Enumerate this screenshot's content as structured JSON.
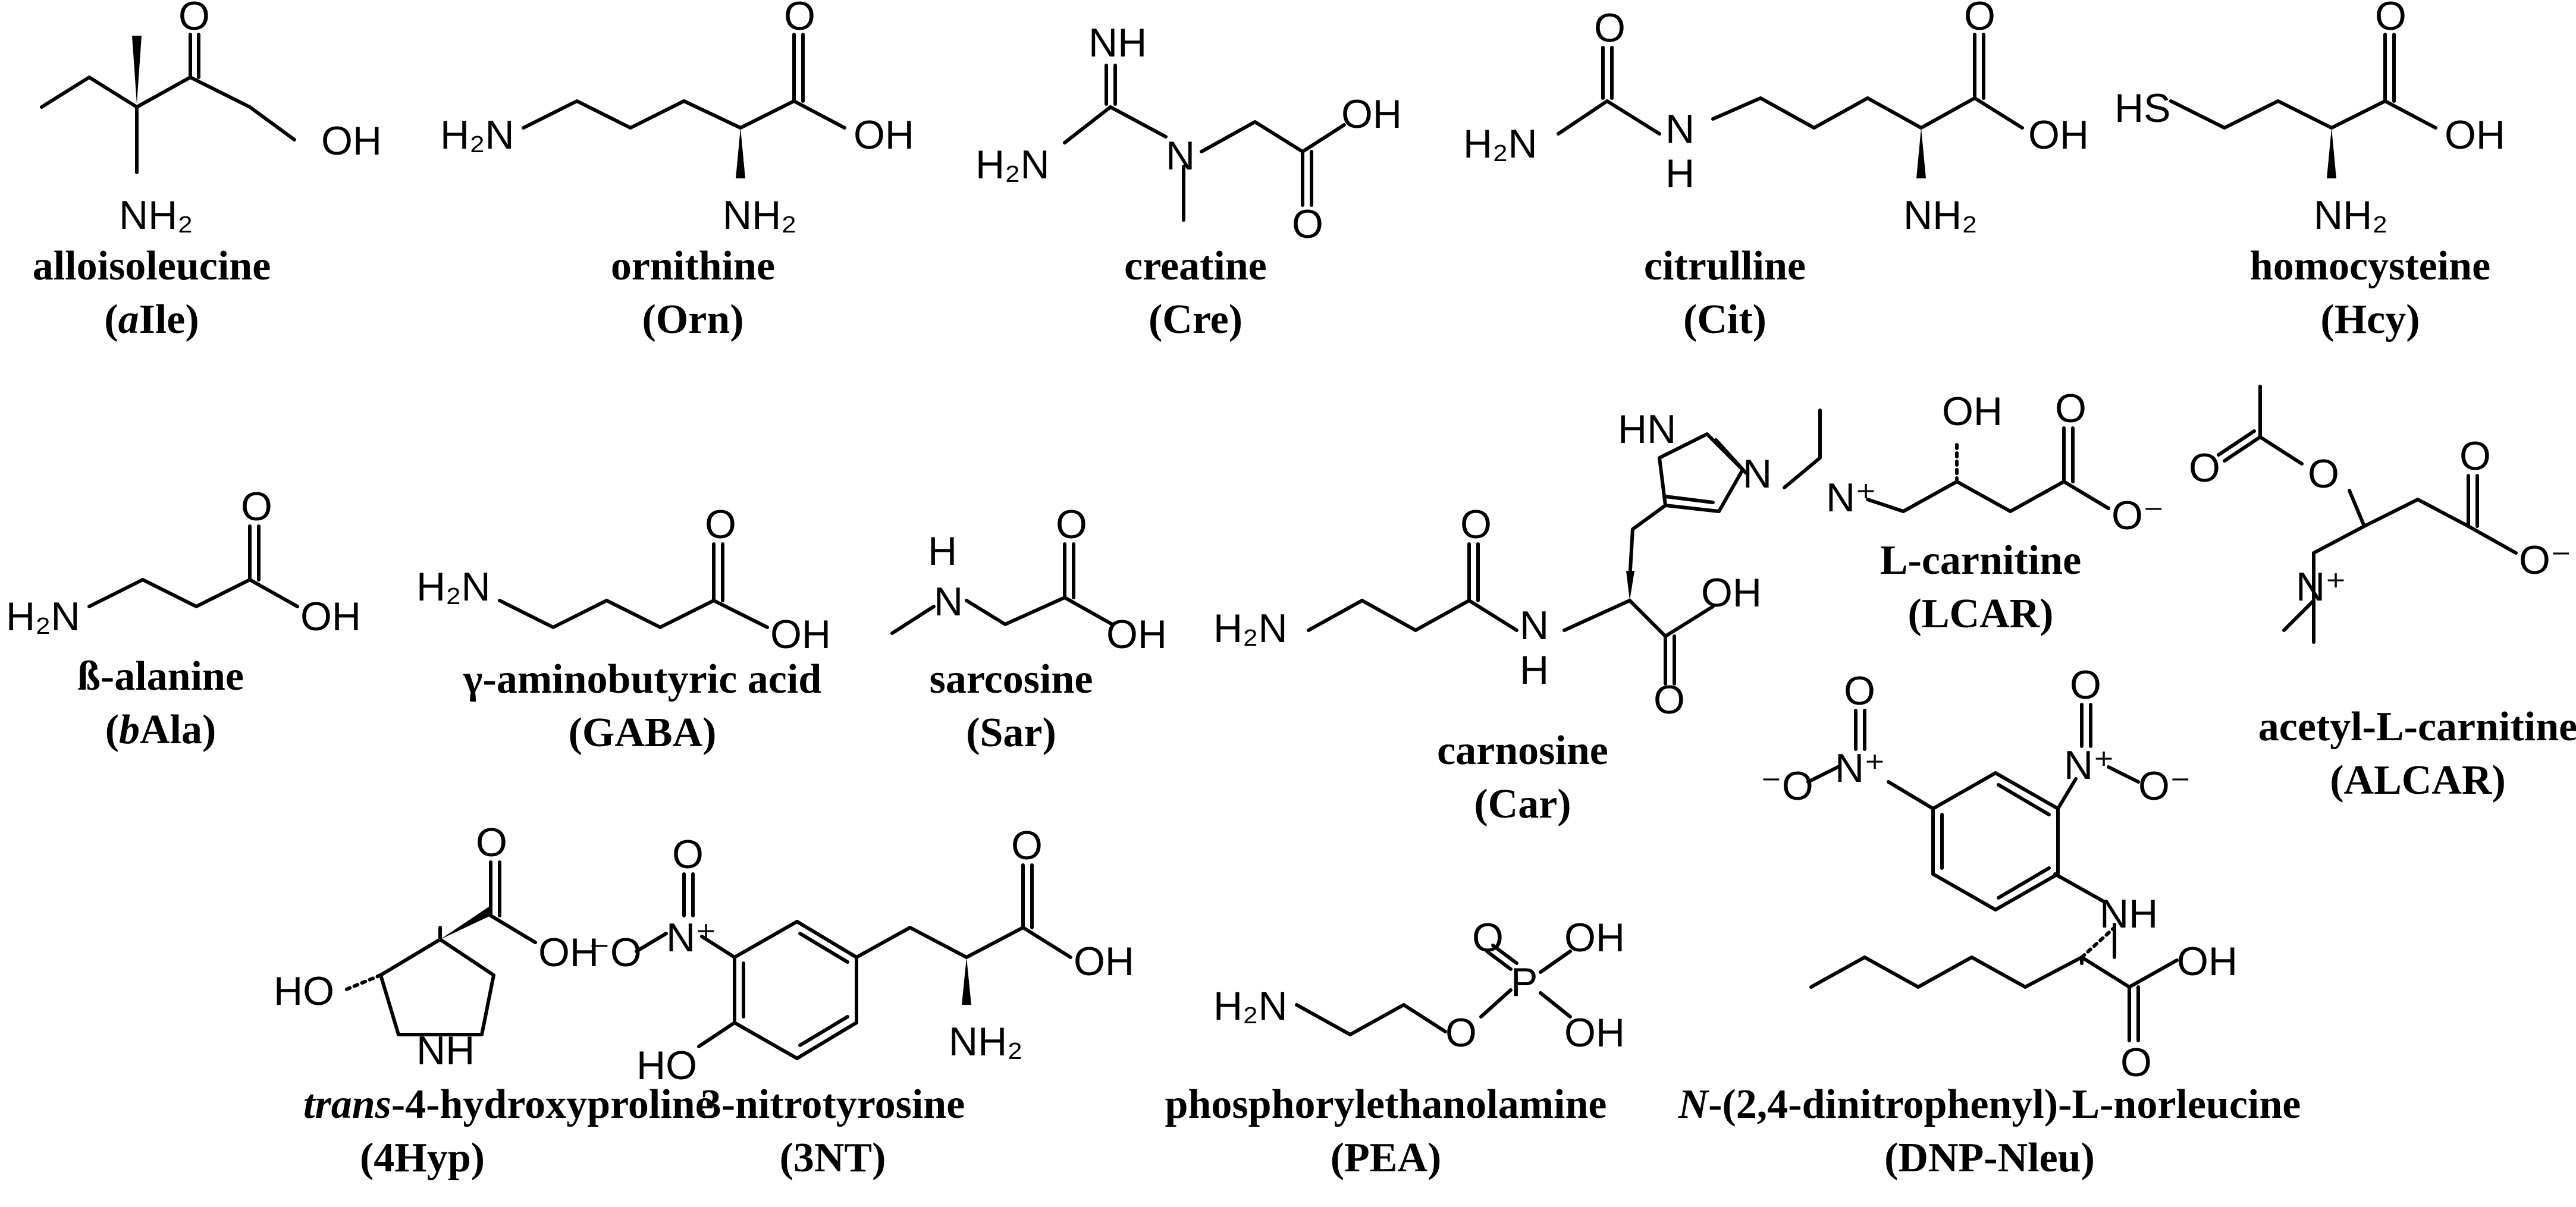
{
  "compounds": [
    {
      "id": "alloisoleucine",
      "name": "alloisoleucine",
      "abbr_prefix": "(",
      "abbr_italic": "a",
      "abbr_rest": "Ile)"
    },
    {
      "id": "ornithine",
      "name": "ornithine",
      "abbr": "(Orn)"
    },
    {
      "id": "creatine",
      "name": "creatine",
      "abbr": "(Cre)"
    },
    {
      "id": "citrulline",
      "name": "citrulline",
      "abbr": "(Cit)"
    },
    {
      "id": "homocysteine",
      "name": "homocysteine",
      "abbr": "(Hcy)"
    },
    {
      "id": "beta-alanine",
      "name": "ß-alanine",
      "abbr_prefix": "(",
      "abbr_italic": "b",
      "abbr_rest": "Ala)"
    },
    {
      "id": "gaba",
      "name": "γ-aminobutyric acid",
      "abbr": "(GABA)"
    },
    {
      "id": "sarcosine",
      "name": "sarcosine",
      "abbr": "(Sar)"
    },
    {
      "id": "carnosine",
      "name": "carnosine",
      "abbr": "(Car)"
    },
    {
      "id": "l-carnitine",
      "name": "L-carnitine",
      "abbr": "(LCAR)"
    },
    {
      "id": "acetyl-l-carnitine",
      "name": "acetyl-L-carnitine",
      "abbr": "(ALCAR)"
    },
    {
      "id": "trans-4-hydroxyproline",
      "name_italic": "trans",
      "name_rest": "-4-hydroxyproline",
      "abbr": "(4Hyp)"
    },
    {
      "id": "3-nitrotyrosine",
      "name": "3-nitrotyrosine",
      "abbr": "(3NT)"
    },
    {
      "id": "phosphorylethanolamine",
      "name": "phosphorylethanolamine",
      "abbr": "(PEA)"
    },
    {
      "id": "dnp-norleucine",
      "name_italic": "N",
      "name_rest": "-(2,4-dinitrophenyl)-L-norleucine",
      "abbr": "(DNP-Nleu)"
    }
  ],
  "atoms": {
    "O": "O",
    "OH": "OH",
    "HO": "HO",
    "NH": "NH",
    "N": "N",
    "H": "H",
    "HN": "HN",
    "H2N": "H₂N",
    "NH2": "NH₂",
    "HS": "HS",
    "P": "P",
    "Nplus": "N⁺",
    "Ominus": "O⁻",
    "minusO": "⁻O"
  }
}
